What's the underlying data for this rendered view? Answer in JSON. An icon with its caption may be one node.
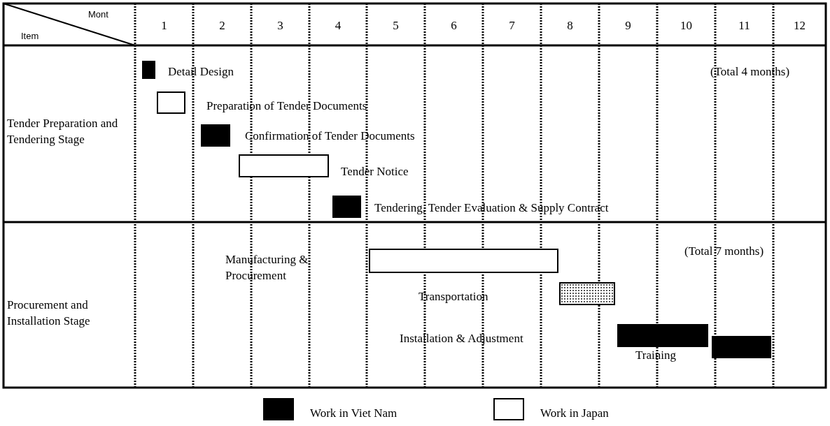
{
  "diagram": {
    "nodes": [
      {
        "text": [],
        "shape": "bar",
        "beside": [
          "Detail Design"
        ]
      },
      {
        "text": [],
        "shape": "bar"
      },
      {
        "text": [],
        "shape": "bar",
        "beside": [
          "Confirmation of Tender Documents"
        ]
      },
      {
        "text": [],
        "shape": "bar",
        "beside": [
          "Tender Notice"
        ]
      },
      {
        "text": [],
        "shape": "bar",
        "beside": [
          "Tendering, Tender Evaluation & Supply Contract"
        ]
      },
      {
        "text": [],
        "shape": "bar"
      },
      {
        "text": [],
        "shape": "bar"
      },
      {
        "text": [],
        "shape": "bar"
      },
      {
        "text": [],
        "shape": "bar"
      }
    ],
    "edges": [],
    "labels": [
      "Mont",
      "Item",
      "1",
      "2",
      "3",
      "4",
      "5",
      "6",
      "7",
      "8",
      "9",
      "10",
      "11",
      "12",
      "(Total 4 months)",
      "Preparation of Tender Documents",
      "Tender Preparation and Tendering Stage",
      "Manufacturing & Procurement",
      "(Total 7 months)",
      "Transportation",
      "Procurement and Installation Stage",
      "Installation & Adjustment",
      "Training"
    ],
    "legend": [
      {
        "text": "Work in Viet Nam",
        "color": "#000000"
      },
      {
        "text": "Work in Japan",
        "color": "#ffffff"
      }
    ]
  }
}
